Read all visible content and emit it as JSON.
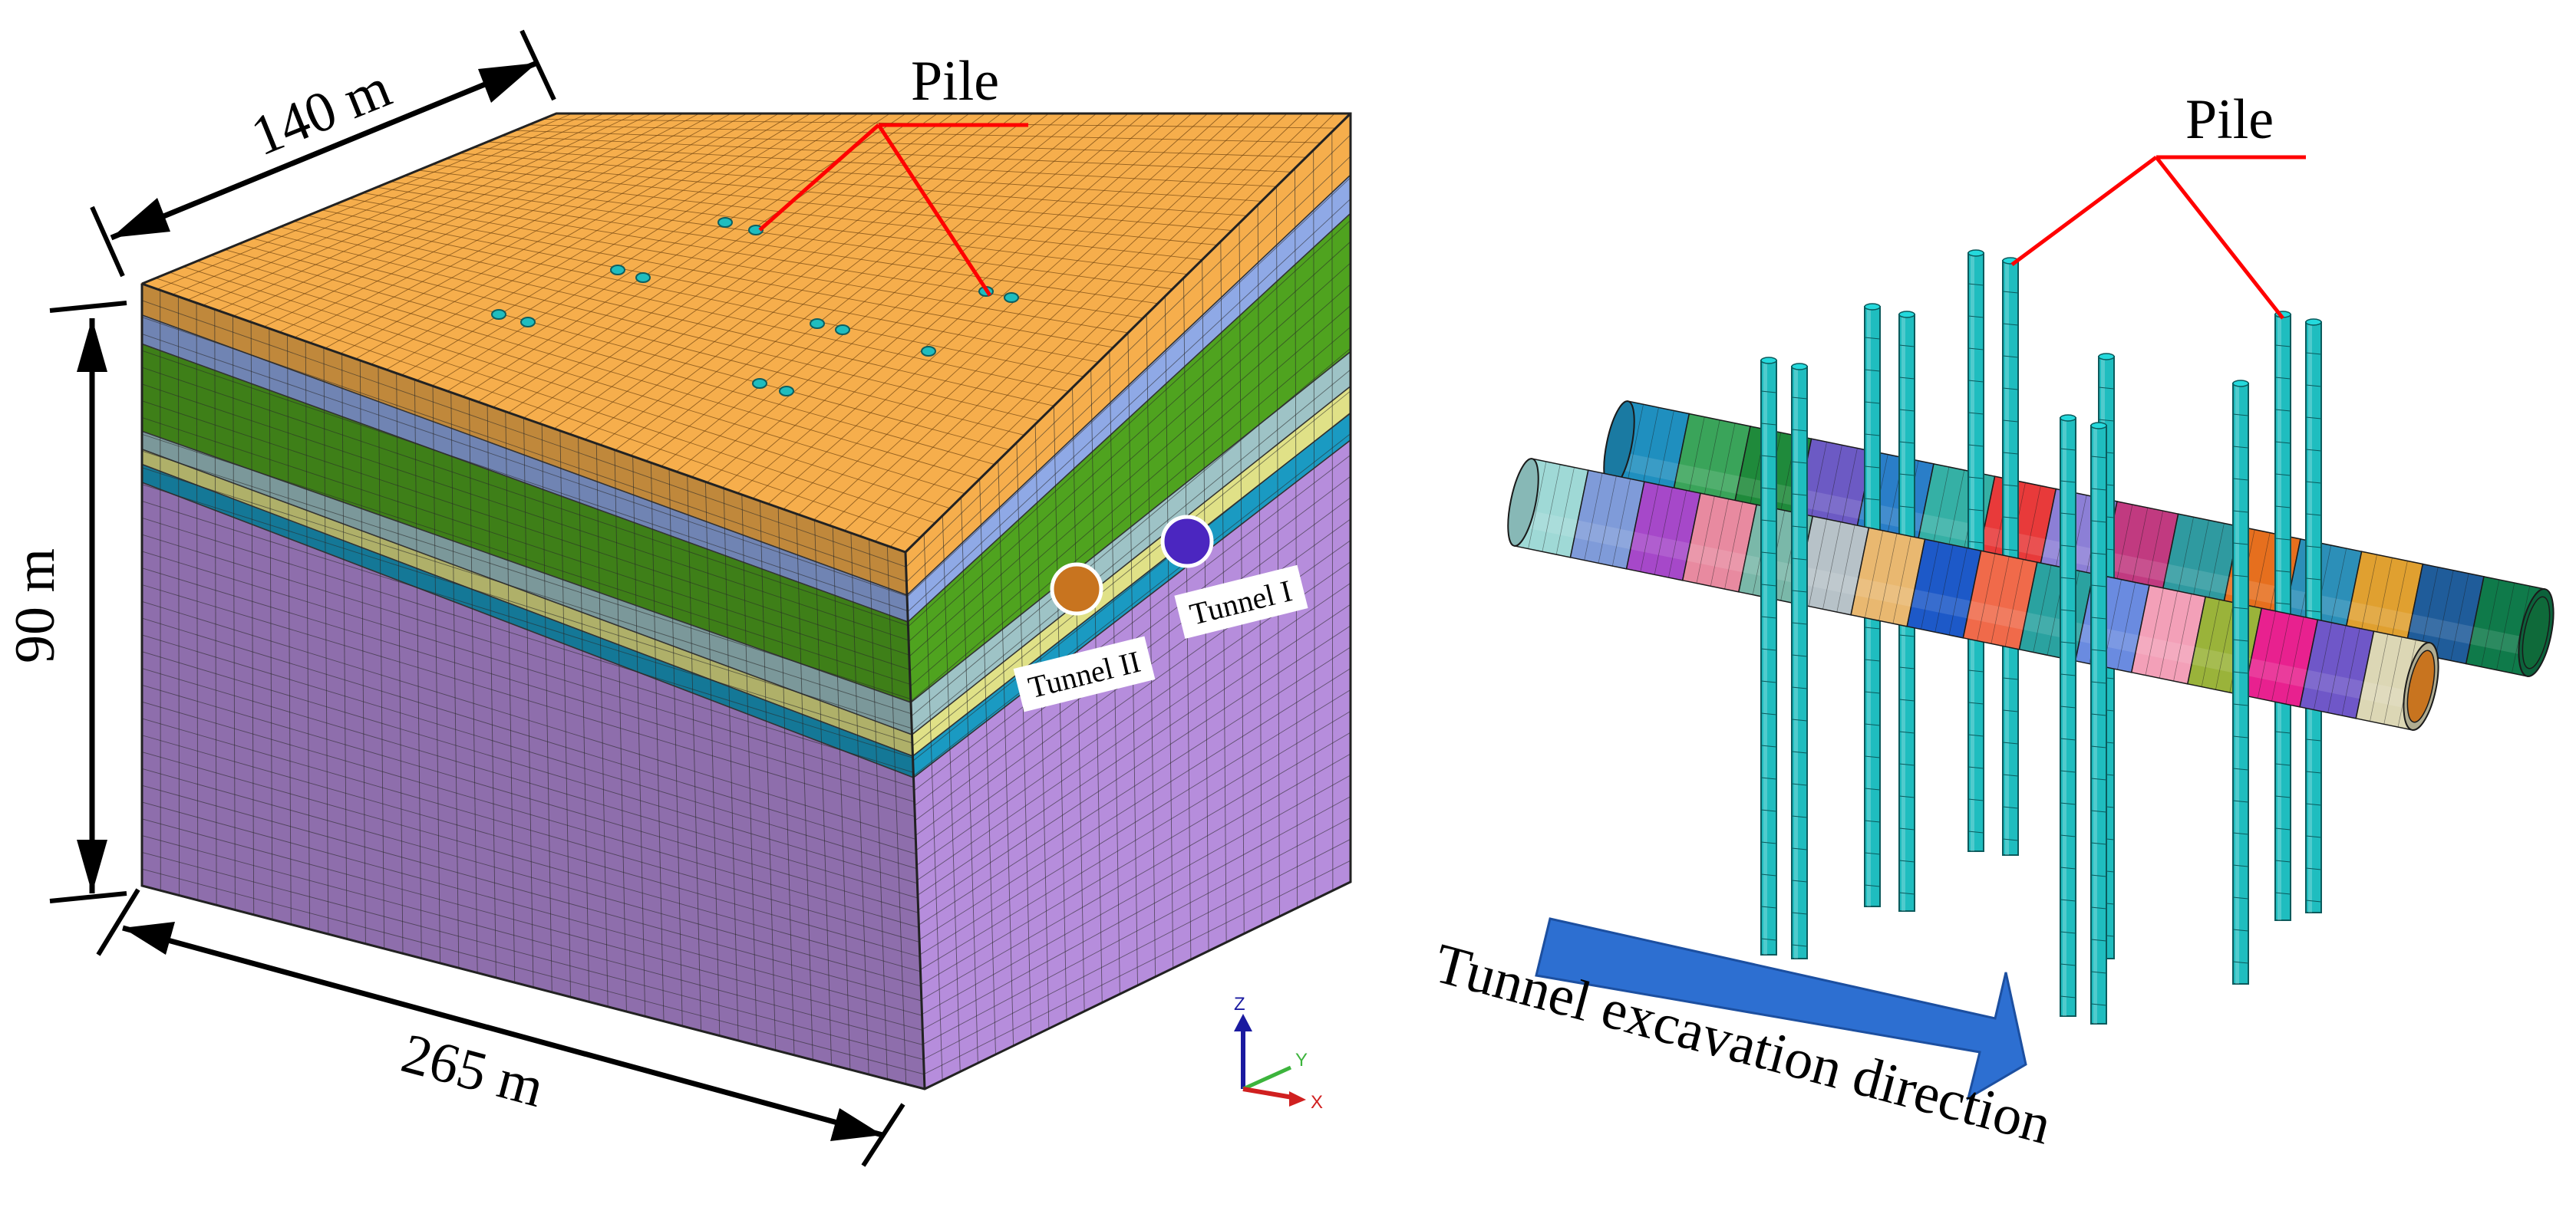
{
  "dimensions": {
    "width_label": "140 m",
    "height_label": "90 m",
    "length_label": "265 m"
  },
  "pile_labels": {
    "left": "Pile",
    "right": "Pile"
  },
  "tunnel_labels": {
    "tunnel_1": "Tunnel I",
    "tunnel_2": "Tunnel II"
  },
  "direction_label": "Tunnel excavation direction",
  "axes": {
    "z": "Z",
    "y": "Y",
    "x": "X"
  },
  "colors": {
    "top_surface": "#f6ae4c",
    "layers": [
      "#f6ae4c",
      "#8fa9e6",
      "#4fa31f",
      "#9ec3c6",
      "#e0e187",
      "#1a9ac2",
      "#b68ddc"
    ],
    "pile": "#1fbdbf",
    "arrow": "#2d6fd1",
    "leader": "#ff0000",
    "tunnel_1": "#4b26c0",
    "tunnel_2": "#c8741f",
    "tunnel_segments": [
      "#9fd9d6",
      "#7f9bd9",
      "#a648c9",
      "#e88aa0",
      "#7ab8a9",
      "#b7c2c8",
      "#e9b870",
      "#1d59c8",
      "#f06a4a",
      "#2aa2a0",
      "#6a8be0",
      "#f3a0b8",
      "#9ab33a",
      "#e8218f",
      "#6f57c8",
      "#dcd7b5"
    ],
    "back_segments": [
      "#1f8fbf",
      "#3aa45a",
      "#1f8a3b",
      "#6c5ac4",
      "#2a7ec8",
      "#35b0a5",
      "#e83a3a",
      "#8c7fd6",
      "#c13a80",
      "#2f9aa0",
      "#e66f1e",
      "#2c8fb8",
      "#e0a030",
      "#1f5c9a",
      "#0f7a4a"
    ]
  }
}
